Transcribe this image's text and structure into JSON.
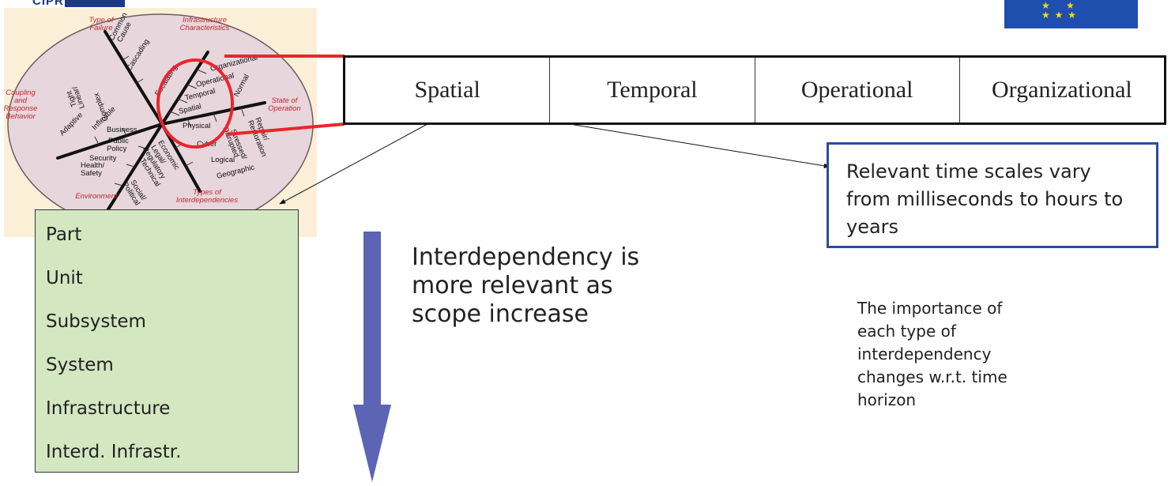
{
  "logo": {
    "text": "CIPR"
  },
  "dimensions": [
    "Spatial",
    "Temporal",
    "Operational",
    "Organizational"
  ],
  "scale_levels": [
    "Part",
    "Unit",
    "Subsystem",
    "System",
    "Infrastructure",
    "Interd. Infrastr."
  ],
  "statement": "Interdependency is more relevant as scope increase",
  "time_box": "Relevant time scales vary from milliseconds to hours to years",
  "importance_note": "The importance of each type of interdependency changes w.r.t. time horizon",
  "diagram": {
    "sector_titles": {
      "type_of_failure": [
        "Type of",
        "Failure"
      ],
      "infrastructure_characteristics": [
        "Infrastructure",
        "Characteristics"
      ],
      "coupling": [
        "Coupling",
        "and",
        "Response",
        "Behavior"
      ],
      "state_of_operation": [
        "State of",
        "Operation"
      ],
      "environment": "Environment",
      "types_of_interdependencies": [
        "Types of",
        "Interdependencies"
      ]
    },
    "labels": {
      "common_cause": [
        "Common",
        "Cause"
      ],
      "cascading": "Cascading",
      "escalating": "Escalating",
      "organizational": "Organizational",
      "operational": "Operational",
      "temporal": "Temporal",
      "spatial": "Spatial",
      "normal": "Normal",
      "stressed": "Stressed/",
      "disrupted": "Disrupted",
      "repair": [
        "Repair/",
        "Restoration"
      ],
      "linear": "Linear/",
      "tight": "Tight",
      "complex": "Complex",
      "adaptive": "Adaptive",
      "inflexible": "Inflexible",
      "business": "Business",
      "public_policy": [
        "Public",
        "Policy"
      ],
      "security": "Security",
      "health_safety": [
        "Health/",
        "Safety"
      ],
      "economic": "Economic",
      "legal": [
        "Legal/",
        "Regulatory"
      ],
      "technical": "Technical",
      "social": [
        "Social/",
        "Political"
      ],
      "physical": "Physical",
      "cyber": "Cyber",
      "logical": "Logical",
      "geographic": "Geographic"
    }
  },
  "colors": {
    "panel": "#fcefd7",
    "ellipse": "#e7d6dc",
    "highlight": "#e8262d",
    "scale_box": "#d3e8c0",
    "arrow": "#5c64b4",
    "time_box_border": "#2a4d9a",
    "sector_title": "#c0282e",
    "eu_flag": "#1f4fae"
  }
}
